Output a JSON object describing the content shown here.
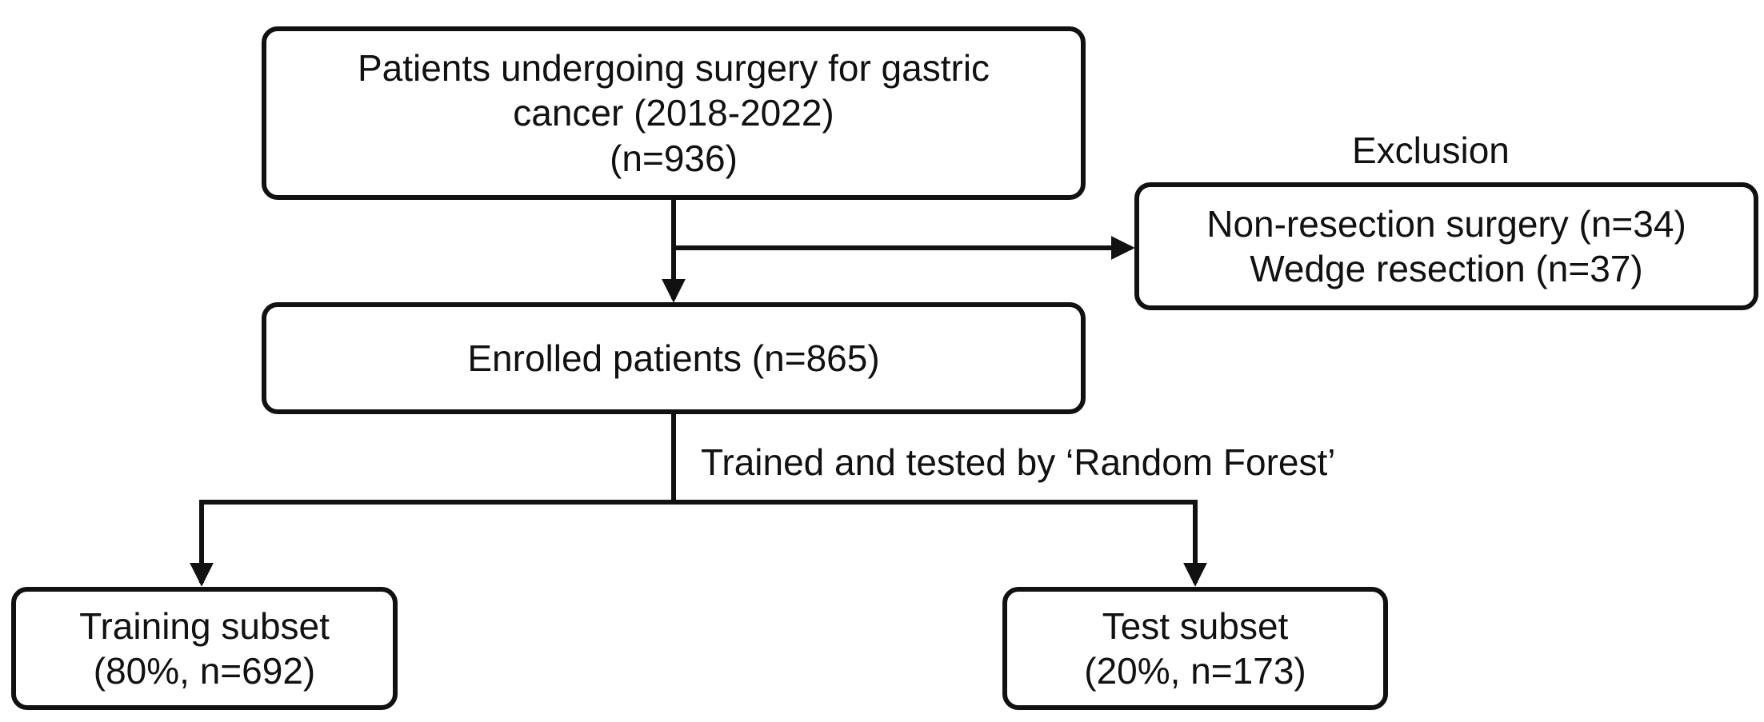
{
  "boxes": {
    "patients": {
      "line1": "Patients undergoing surgery for gastric",
      "line2": "cancer (2018-2022)",
      "line3": "(n=936)"
    },
    "exclusion": {
      "heading": "Exclusion",
      "line1": "Non-resection surgery (n=34)",
      "line2": "Wedge resection (n=37)"
    },
    "enrolled": {
      "line1": "Enrolled patients (n=865)"
    },
    "split_label": "Trained and tested by ‘Random Forest’",
    "training": {
      "line1": "Training subset",
      "line2": "(80%, n=692)"
    },
    "test": {
      "line1": "Test subset",
      "line2": "(20%, n=173)"
    }
  },
  "style": {
    "stroke_color": "#111111",
    "background_color": "#ffffff"
  }
}
